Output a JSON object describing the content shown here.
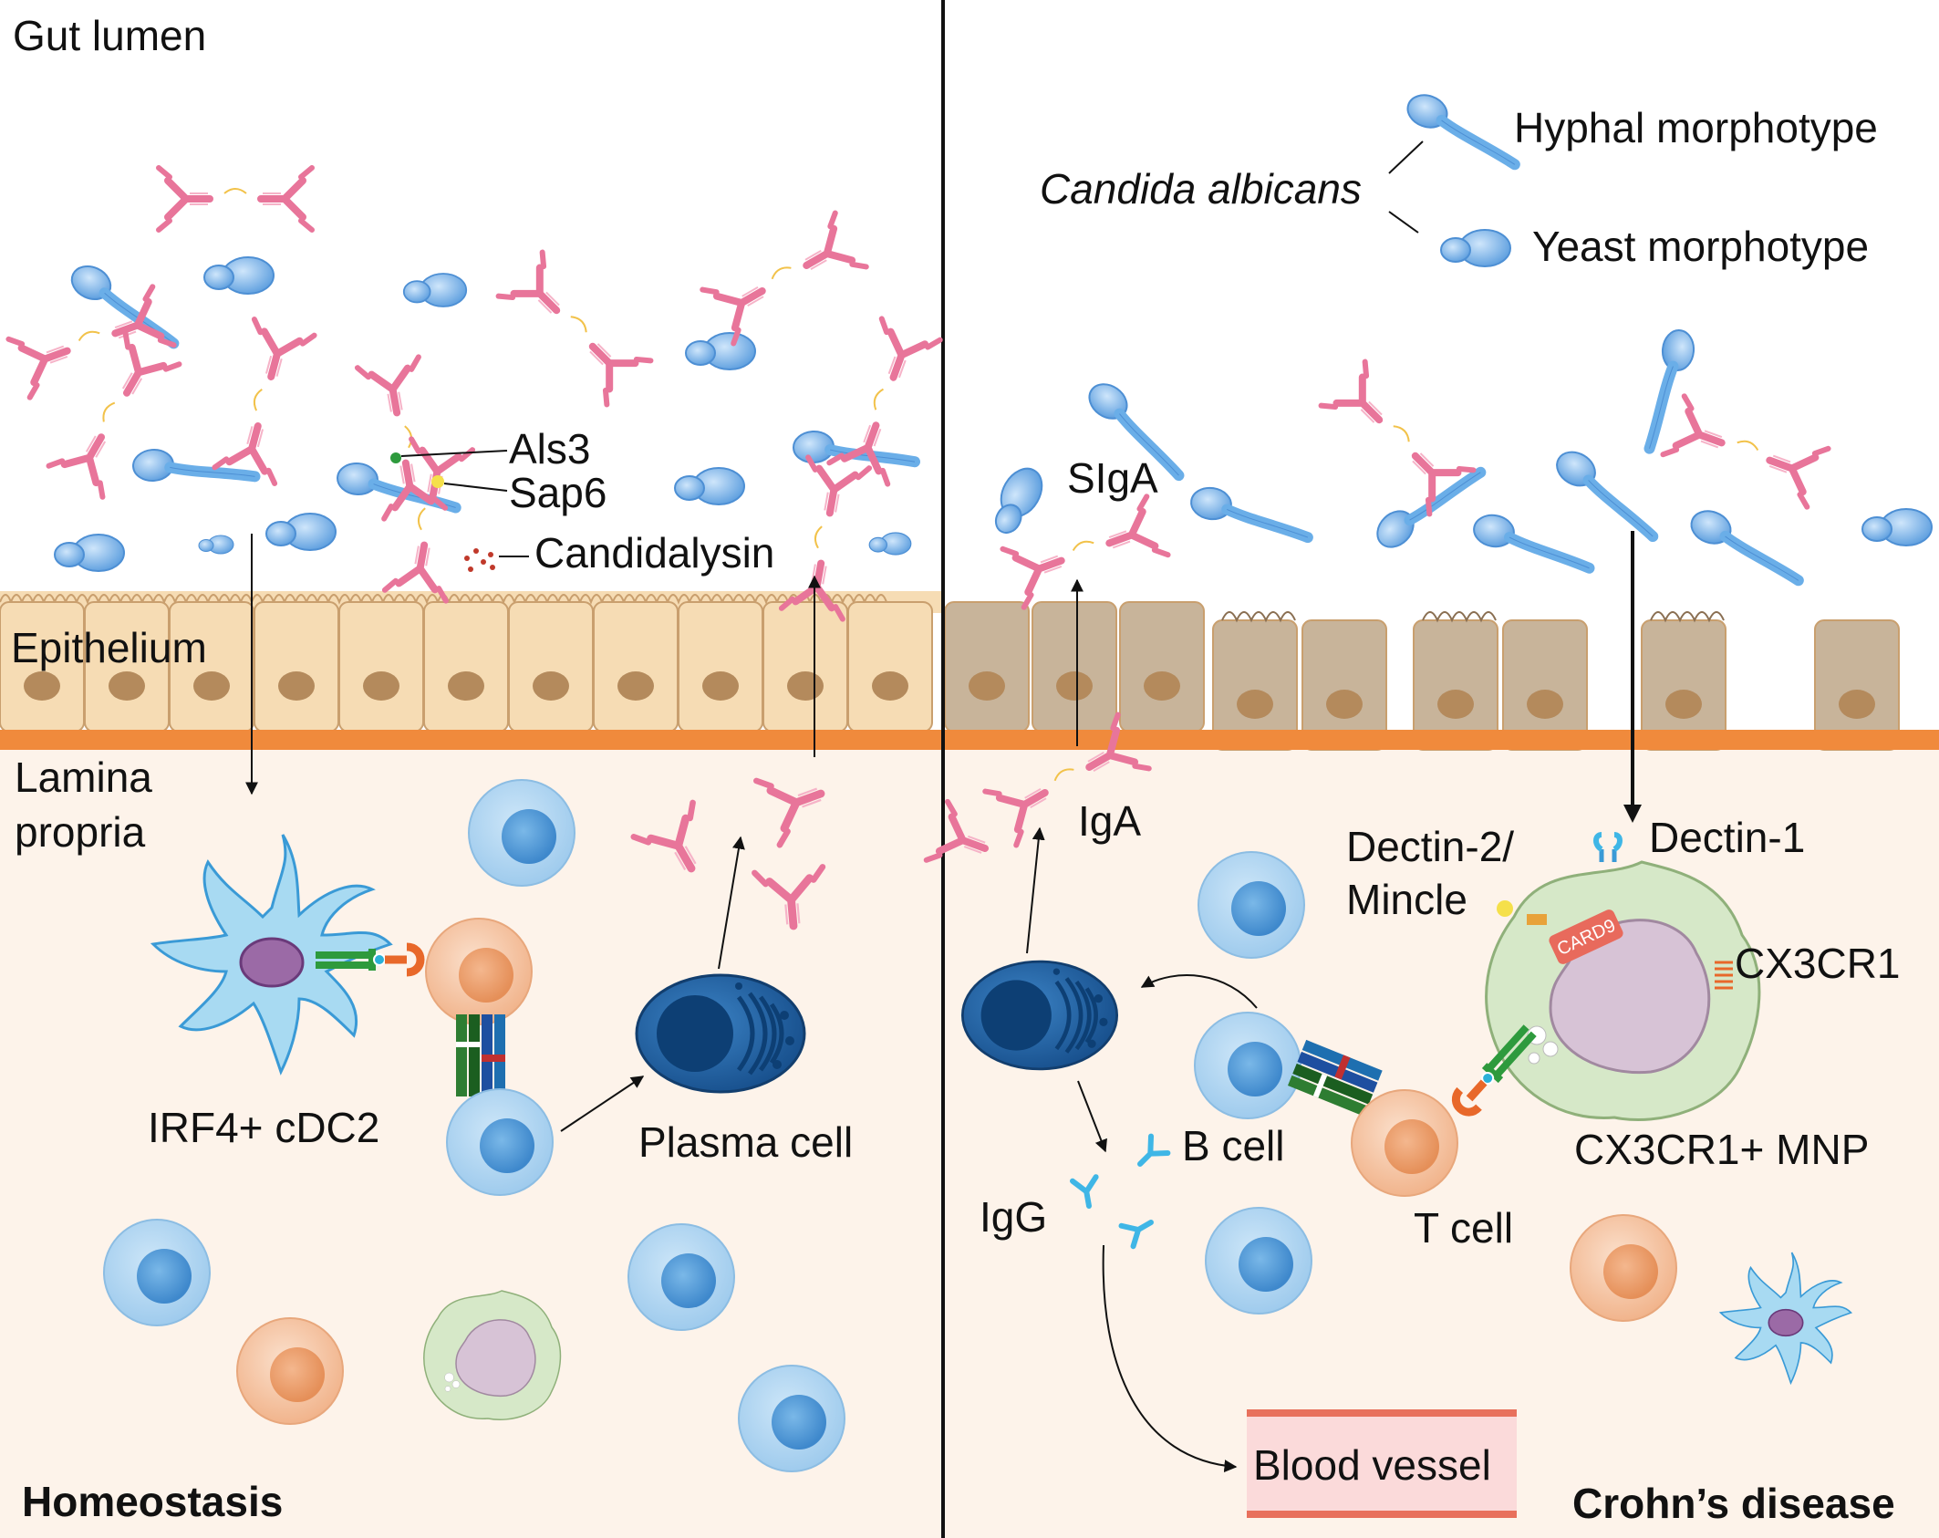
{
  "labels": {
    "gut_lumen": "Gut lumen",
    "epithelium": "Epithelium",
    "lamina_propria_1": "Lamina",
    "lamina_propria_2": "propria",
    "als3": "Als3",
    "sap6": "Sap6",
    "candidalysin": "Candidalysin",
    "irf4_cdc2": "IRF4+ cDC2",
    "plasma_cell": "Plasma cell",
    "homeostasis": "Homeostasis",
    "candida_albicans": "Candida albicans",
    "hyphal_morphotype": "Hyphal morphotype",
    "yeast_morphotype": "Yeast morphotype",
    "siga": "SIgA",
    "iga": "IgA",
    "dectin2_1": "Dectin-2/",
    "dectin2_2": "Mincle",
    "dectin1": "Dectin-1",
    "card9": "CARD9",
    "cx3cr1": "CX3CR1",
    "cx3cr1_mnp": "CX3CR1+ MNP",
    "b_cell": "B cell",
    "t_cell": "T cell",
    "igg": "IgG",
    "blood_vessel": "Blood vessel",
    "crohns_disease": "Crohn’s disease"
  },
  "colors": {
    "candida_blue": "#6aaee8",
    "antibody_pink": "#e8759a",
    "igg_cyan": "#3fb6e6",
    "epithelium_healthy": "#f6dcb4",
    "epithelium_disease": "#c8b49a",
    "basement_membrane": "#f08a3c",
    "lamina_bg": "#fdf3ea",
    "b_cell": "#a9d2ef",
    "t_cell": "#f0b085",
    "plasma_cell": "#1f63a8",
    "mnp_green": "#d6e8c8",
    "blood_vessel_fill": "#fbdada",
    "blood_vessel_edge": "#e8705c"
  },
  "icons": [
    "candida-yeast-icon",
    "candida-hypha-icon",
    "antibody-icon",
    "dendritic-cell-icon",
    "b-cell-icon",
    "t-cell-icon",
    "plasma-cell-icon",
    "macrophage-icon",
    "receptor-icon"
  ]
}
